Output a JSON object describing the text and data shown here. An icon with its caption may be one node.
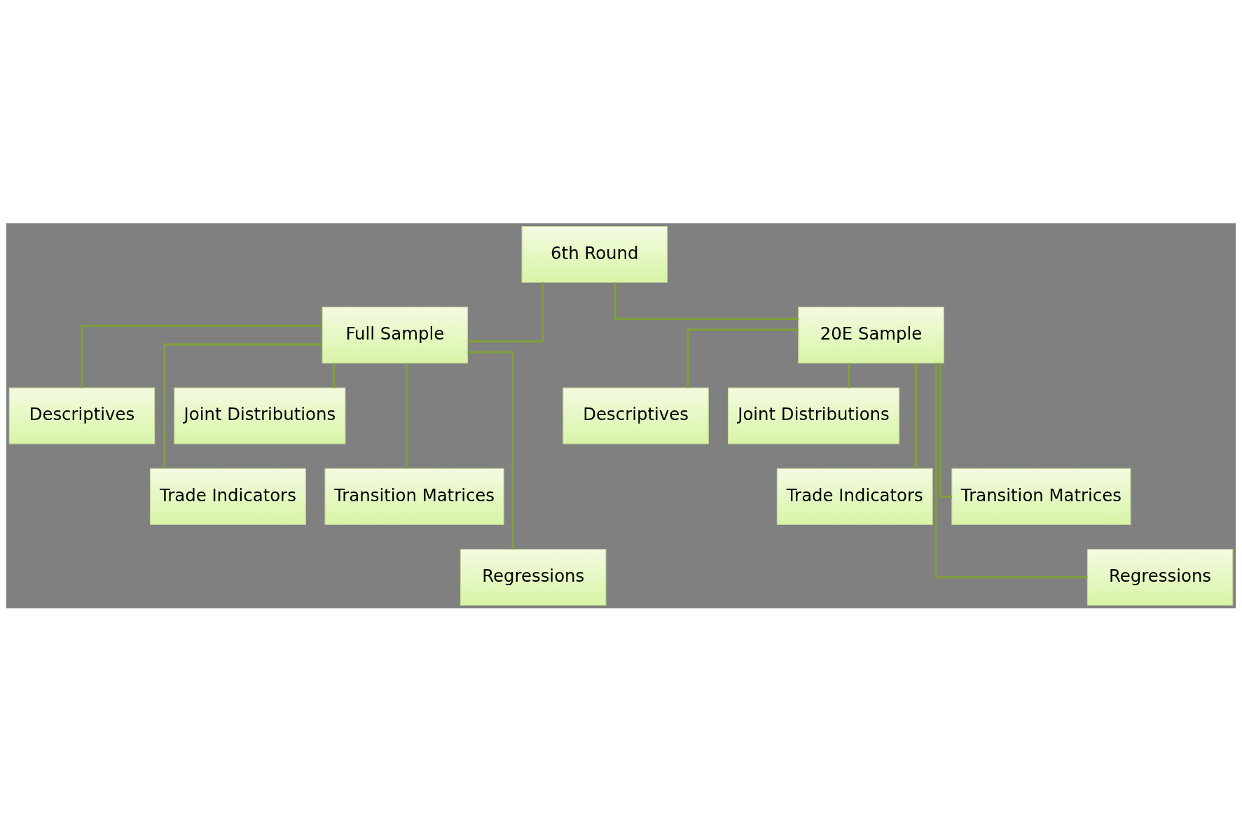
{
  "diagram": {
    "nodes": [
      {
        "text": [
          "6th Round"
        ]
      },
      {
        "text": [
          "Full Sample"
        ]
      },
      {
        "text": [
          "20E Sample"
        ]
      },
      {
        "text": [
          "Descriptives"
        ]
      },
      {
        "text": [
          "Joint Distributions"
        ]
      },
      {
        "text": [
          "Trade Indicators"
        ]
      },
      {
        "text": [
          "Transition Matrices"
        ]
      },
      {
        "text": [
          "Regressions"
        ]
      },
      {
        "text": [
          "Descriptives"
        ]
      },
      {
        "text": [
          "Joint Distributions"
        ]
      },
      {
        "text": [
          "Trade Indicators"
        ]
      },
      {
        "text": [
          "Transition Matrices"
        ]
      },
      {
        "text": [
          "Regressions"
        ]
      }
    ],
    "edges": [
      {
        "from": 0,
        "to": 1,
        "arrow": "none"
      },
      {
        "from": 0,
        "to": 2,
        "arrow": "none"
      },
      {
        "from": 1,
        "to": 3,
        "arrow": "none"
      },
      {
        "from": 1,
        "to": 4,
        "arrow": "none"
      },
      {
        "from": 1,
        "to": 5,
        "arrow": "none"
      },
      {
        "from": 1,
        "to": 6,
        "arrow": "none"
      },
      {
        "from": 1,
        "to": 7,
        "arrow": "none"
      },
      {
        "from": 2,
        "to": 8,
        "arrow": "none"
      },
      {
        "from": 2,
        "to": 9,
        "arrow": "none"
      },
      {
        "from": 2,
        "to": 10,
        "arrow": "none"
      },
      {
        "from": 2,
        "to": 11,
        "arrow": "none"
      },
      {
        "from": 2,
        "to": 12,
        "arrow": "none"
      }
    ]
  }
}
